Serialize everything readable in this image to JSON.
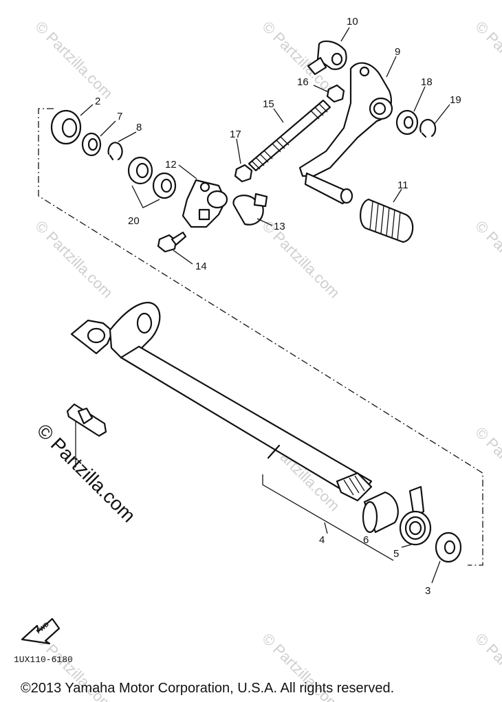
{
  "diagram": {
    "callouts": {
      "c2": "2",
      "c3": "3",
      "c4": "4",
      "c5": "5",
      "c6": "6",
      "c7": "7",
      "c8": "8",
      "c9": "9",
      "c10": "10",
      "c11": "11",
      "c12": "12",
      "c13": "13",
      "c14": "14",
      "c15": "15",
      "c16": "16",
      "c17": "17",
      "c18": "18",
      "c19": "19",
      "c20": "20"
    },
    "fwd_label": "FWD",
    "part_code": "1UX110-6180"
  },
  "watermark": {
    "text": "© Partzilla.com"
  },
  "footer": {
    "copyright": "©2013  Yamaha Motor Corporation, U.S.A. All rights reserved."
  },
  "colors": {
    "ink": "#111111",
    "watermark": "#cfcfcf",
    "background": "#ffffff"
  }
}
